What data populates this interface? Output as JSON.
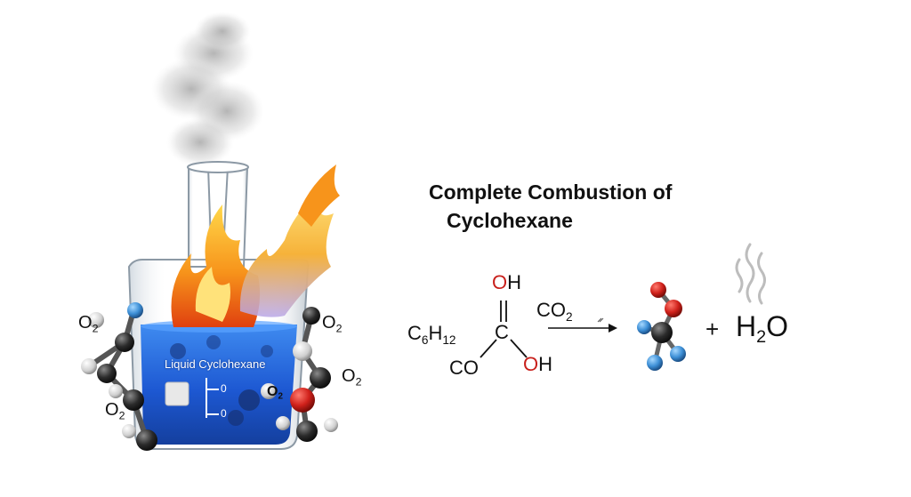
{
  "title": {
    "line1": "Complete Combustion of",
    "line2": "Cyclohexane"
  },
  "beaker": {
    "liquid_label": "Liquid Cyclohexane",
    "scale_ticks": [
      "0",
      "0"
    ]
  },
  "reagents_around_beaker": {
    "o2_top_left": "O",
    "o2_bottom_left": "O",
    "o2_top_right": "O",
    "o2_right": "O",
    "o2_center": "O",
    "subscript": "2"
  },
  "equation": {
    "reactant": {
      "symbol": "C",
      "sub1": "6",
      "symbol2": "H",
      "sub2": "12"
    },
    "carbonic": {
      "top_group": {
        "o": "O",
        "h": "H"
      },
      "center": "C",
      "bottom_left": "CO",
      "bottom_right": {
        "o": "O",
        "h": "H"
      }
    },
    "arrow_label": {
      "symbol": "CO",
      "sub": "2"
    },
    "plus": "+",
    "water": {
      "symbol": "H",
      "sub": "2",
      "symbol2": "O"
    }
  },
  "colors": {
    "oxygen": "#d0211b",
    "carbon": "#2b2b2b",
    "hydrogen_light": "#d9d9d9",
    "blue_atom": "#3d8fd6",
    "liquid": "#1f5fd0",
    "flame_orange": "#f48a12",
    "flame_yellow": "#ffd23a"
  }
}
